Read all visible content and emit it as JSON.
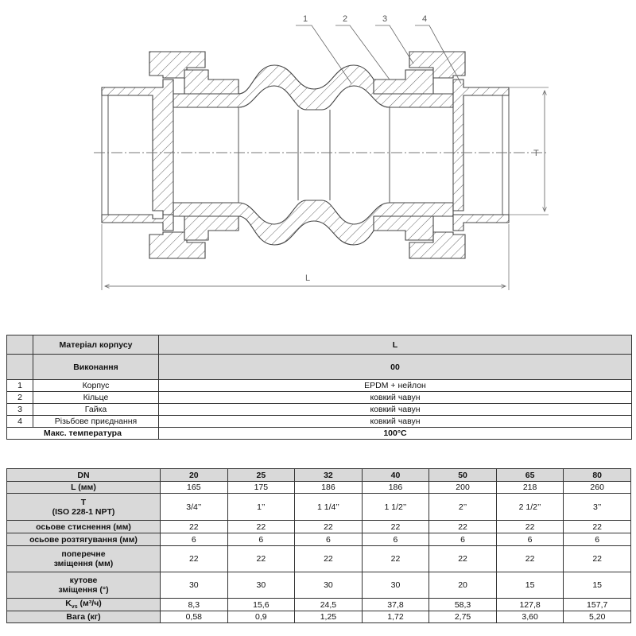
{
  "drawing": {
    "callouts": [
      "1",
      "2",
      "3",
      "4"
    ],
    "dim_length": "L",
    "dim_thread": "T"
  },
  "materials": {
    "header_label": "Матеріал  корпусу",
    "header_value": "L",
    "variant_label": "Виконання",
    "variant_value": "00",
    "parts": [
      {
        "num": "1",
        "name": "Корпус",
        "material": "EPDM + нейлон"
      },
      {
        "num": "2",
        "name": "Кільце",
        "material": "ковкий чавун"
      },
      {
        "num": "3",
        "name": "Гайка",
        "material": "ковкий чавун"
      },
      {
        "num": "4",
        "name": "Різьбове приєднання",
        "material": "ковкий чавун"
      }
    ],
    "maxtemp_label": "Макс. температура",
    "maxtemp_value": "100°C"
  },
  "specs": {
    "dn_label": "DN",
    "dn": [
      "20",
      "25",
      "32",
      "40",
      "50",
      "65",
      "80"
    ],
    "rows": [
      {
        "label": "L (мм)",
        "values": [
          "165",
          "175",
          "186",
          "186",
          "200",
          "218",
          "260"
        ]
      },
      {
        "label_line1": "T",
        "label_line2": "(ISO 228-1 NPT)",
        "values": [
          "3/4’’",
          "1’’",
          "1 1/4’’",
          "1 1/2’’",
          "2’’",
          "2 1/2’’",
          "3’’"
        ]
      },
      {
        "label": "осьове стиснення (мм)",
        "values": [
          "22",
          "22",
          "22",
          "22",
          "22",
          "22",
          "22"
        ]
      },
      {
        "label": "осьове розтягування (мм)",
        "values": [
          "6",
          "6",
          "6",
          "6",
          "6",
          "6",
          "6"
        ]
      },
      {
        "label_line1": "поперечне",
        "label_line2": "зміщення (мм)",
        "values": [
          "22",
          "22",
          "22",
          "22",
          "22",
          "22",
          "22"
        ]
      },
      {
        "label_line1": "кутове",
        "label_line2": "зміщення (°)",
        "values": [
          "30",
          "30",
          "30",
          "30",
          "20",
          "15",
          "15"
        ]
      },
      {
        "label_main": "K",
        "label_sub": "vs",
        "label_tail": " (м³/ч)",
        "values": [
          "8,3",
          "15,6",
          "24,5",
          "37,8",
          "58,3",
          "127,8",
          "157,7"
        ]
      },
      {
        "label": "Вага (кг)",
        "values": [
          "0,58",
          "0,9",
          "1,25",
          "1,72",
          "2,75",
          "3,60",
          "5,20"
        ]
      }
    ]
  }
}
